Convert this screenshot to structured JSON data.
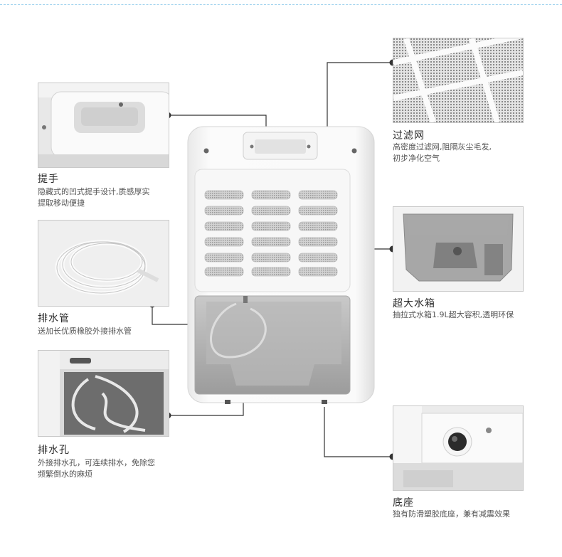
{
  "features": [
    {
      "id": "handle",
      "title": "提手",
      "desc": [
        "隐藏式的凹式提手设计,质感厚实",
        "提取移动便捷"
      ]
    },
    {
      "id": "drain-hose",
      "title": "排水管",
      "desc": [
        "送加长优质橡胶外接排水管"
      ]
    },
    {
      "id": "drain-hole",
      "title": "排水孔",
      "desc": [
        "外接排水孔，可连续排水，免除您",
        "频繁倒水的麻烦"
      ]
    },
    {
      "id": "filter",
      "title": "过滤网",
      "desc": [
        "高密度过滤网,阻隔灰尘毛发,",
        "初步净化空气"
      ]
    },
    {
      "id": "tank",
      "title": "超大水箱",
      "desc": [
        "抽拉式水箱1.9L超大容积,透明环保"
      ]
    },
    {
      "id": "base",
      "title": "底座",
      "desc": [
        "独有防滑塑胶底座，兼有减震效果"
      ]
    }
  ]
}
